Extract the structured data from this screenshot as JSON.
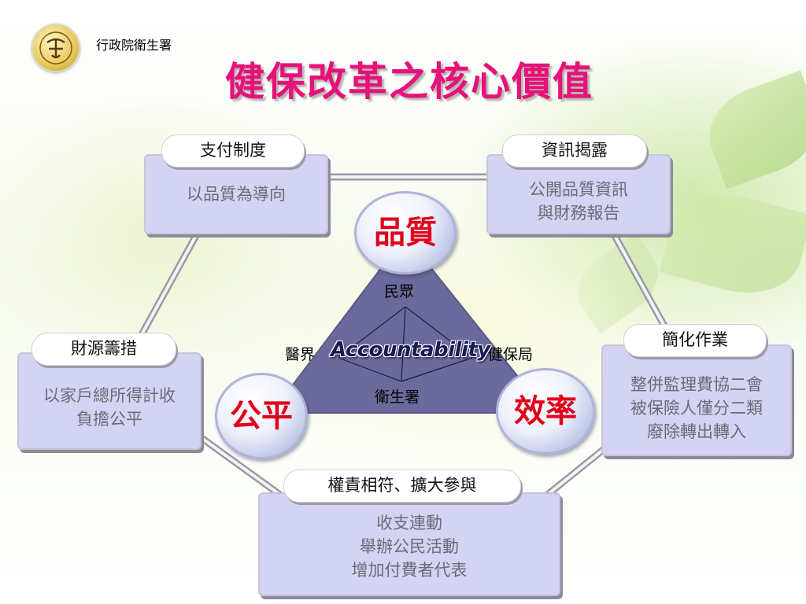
{
  "header": {
    "org_name": "行政院衛生署",
    "title": "健保改革之核心價值"
  },
  "core": {
    "quality": "品質",
    "equity": "公平",
    "efficiency": "效率",
    "accountability": "Accountability",
    "top_actor": "民眾",
    "left_actor": "醫界",
    "right_actor": "健保局",
    "bottom_actor": "衛生署"
  },
  "boxes": {
    "payment": {
      "tab": "支付制度",
      "body": "以品質為導向"
    },
    "disclosure": {
      "tab": "資訊揭露",
      "body": "公開品質資訊\n與財務報告"
    },
    "financing": {
      "tab": "財源籌措",
      "body": "以家戶總所得計收\n負擔公平"
    },
    "simplify": {
      "tab": "簡化作業",
      "body": "整併監理費協二會\n被保險人僅分二類\n廢除轉出轉入"
    },
    "participation": {
      "tab": "權責相符、擴大參與",
      "body": "收支連動\n舉辦公民活動\n增加付費者代表"
    }
  },
  "colors": {
    "title": "#e8107a",
    "circle_text": "#e0001a",
    "triangle": "#6b6a9c",
    "box_fill": "#d3d3f3"
  }
}
